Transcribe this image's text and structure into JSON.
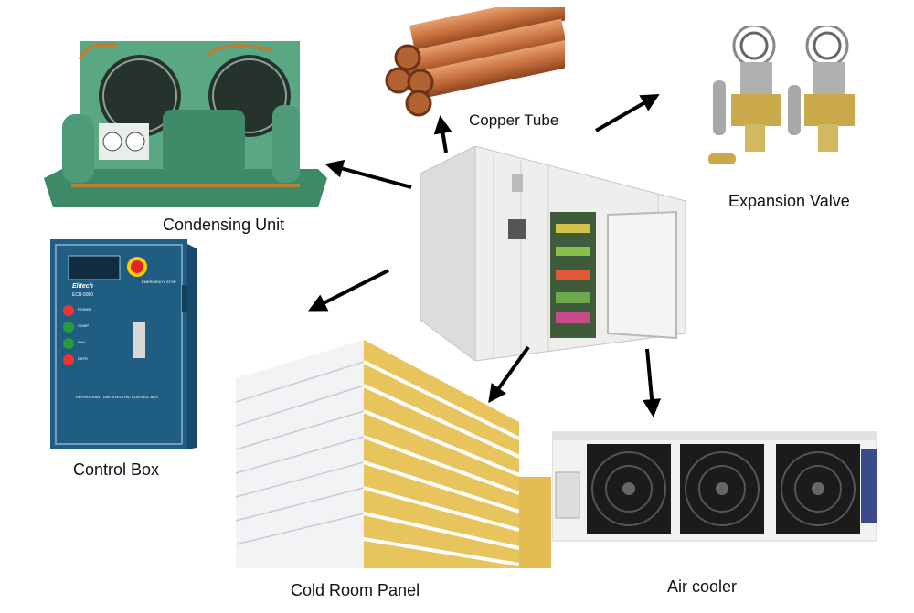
{
  "components": {
    "condensing_unit": {
      "label": "Condensing Unit",
      "color": "#4f9a78"
    },
    "copper_tube": {
      "label": "Copper Tube",
      "color": "#c8703e"
    },
    "expansion_valve": {
      "label": "Expansion Valve",
      "color": "#c9a94a"
    },
    "control_box": {
      "label": "Control Box",
      "color": "#1f5e82",
      "brand": "Elitech",
      "model": "ECB-5080",
      "title_plate": "REFRIGERANT UNIT ELECTRIC CONTROL BOX",
      "stop_label": "EMERGENCY STOP",
      "indicators": [
        "POWER",
        "COMP",
        "FAN",
        "DEFR"
      ]
    },
    "cold_room_panel": {
      "label": "Cold Room Panel",
      "color": "#e8c45c"
    },
    "air_cooler": {
      "label": "Air cooler",
      "color": "#f2f2f2"
    },
    "cold_room": {
      "color": "#eeeeec"
    }
  },
  "arrows": [
    {
      "from": "cold_room",
      "to": "condensing_unit"
    },
    {
      "from": "cold_room",
      "to": "copper_tube"
    },
    {
      "from": "cold_room",
      "to": "expansion_valve"
    },
    {
      "from": "cold_room",
      "to": "control_box"
    },
    {
      "from": "cold_room",
      "to": "cold_room_panel"
    },
    {
      "from": "cold_room",
      "to": "air_cooler"
    }
  ]
}
